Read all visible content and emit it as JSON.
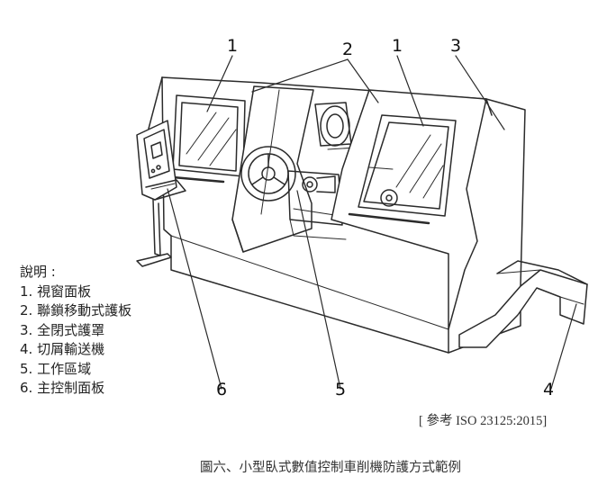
{
  "figure": {
    "callouts": {
      "c1a": "1",
      "c2": "2",
      "c1b": "1",
      "c3": "3",
      "c6": "6",
      "c5": "5",
      "c4": "4"
    },
    "legend": {
      "heading": "說明 :",
      "items": [
        "1. 視窗面板",
        "2. 聯鎖移動式護板",
        "3. 全閉式護罩",
        "4. 切屑輸送機",
        "5. 工作區域",
        "6. 主控制面板"
      ]
    },
    "reference": "[ 參考 ISO 23125:2015]",
    "caption": "圖六、小型臥式數值控制車削機防護方式範例"
  }
}
